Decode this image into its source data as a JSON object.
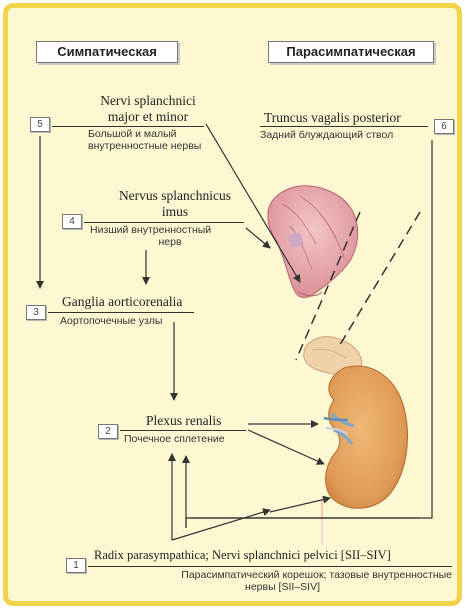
{
  "headers": {
    "left": "Симпатическая",
    "right": "Парасимпатическая"
  },
  "items": {
    "5": {
      "num": "5",
      "lat1": "Nervi splanchnici",
      "lat2": "major et minor",
      "rus1": "Большой и малый",
      "rus2": "внутренностные нервы"
    },
    "4": {
      "num": "4",
      "lat1": "Nervus splanchnicus",
      "lat2": "imus",
      "rus1": "Низший внутренностный",
      "rus2": "нерв"
    },
    "3": {
      "num": "3",
      "lat1": "Ganglia aorticorenalia",
      "rus1": "Аортопочечные узлы"
    },
    "2": {
      "num": "2",
      "lat1": "Plexus renalis",
      "rus1": "Почечное сплетение"
    },
    "1": {
      "num": "1",
      "lat1": "Radix parasympathica; Nervi splanchnici pelvici [SII–SIV]",
      "rus1": "Парасимпатический корешок; тазовые внутренностные",
      "rus2": "нервы [SII–SIV]"
    },
    "6": {
      "num": "6",
      "lat1": "Truncus vagalis posterior",
      "rus1": "Задний блуждающий ствол"
    }
  },
  "colors": {
    "frame": "#fdf7d2",
    "border": "#f2d44a",
    "stomach": "#e8a7ad",
    "kidney": "#e6a15f",
    "adrenal": "#efd2a8"
  }
}
